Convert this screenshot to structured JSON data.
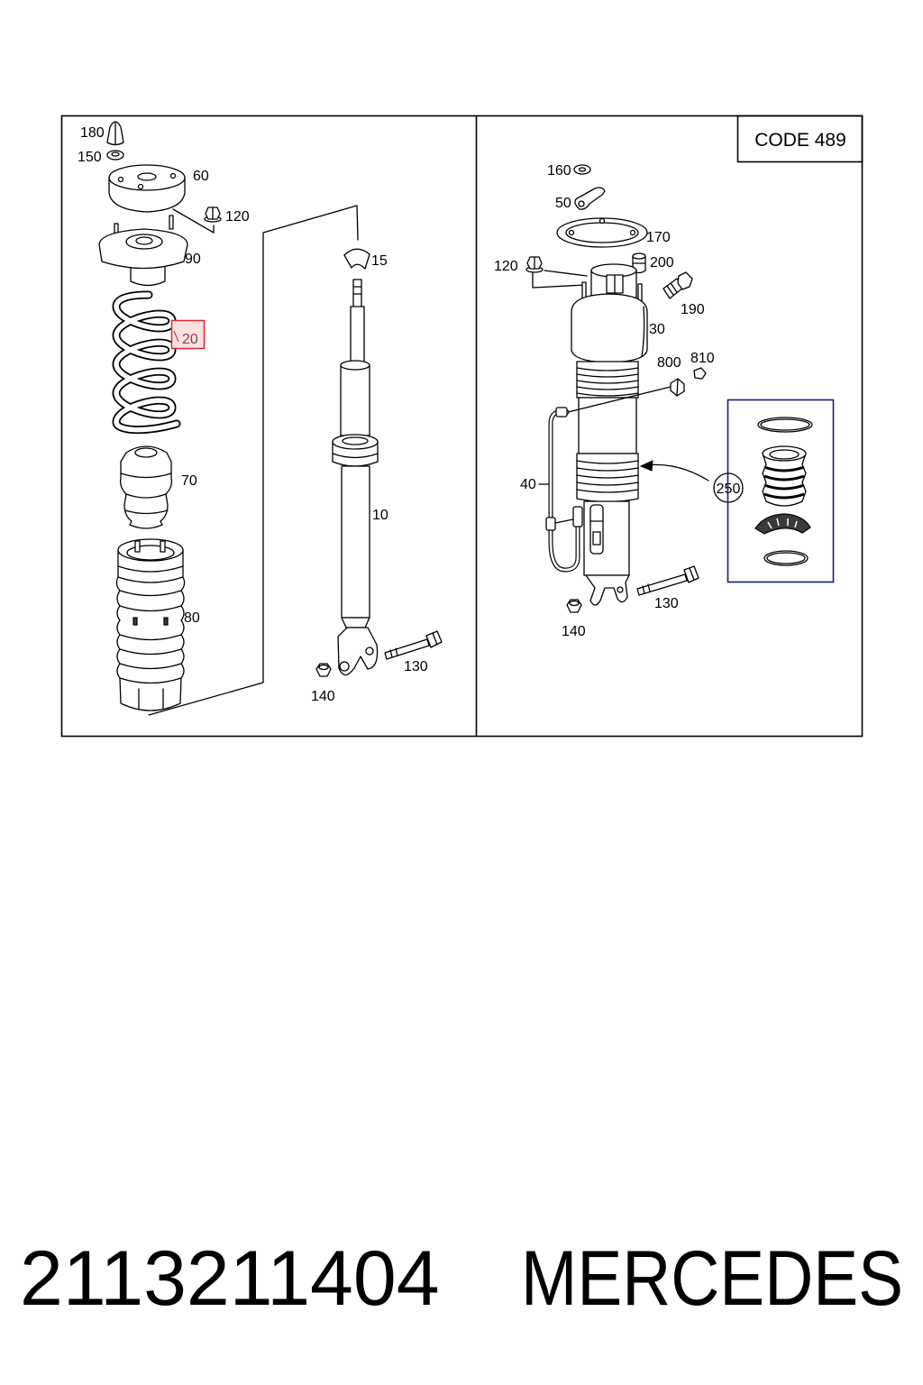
{
  "diagram": {
    "code_label": "CODE 489",
    "left": {
      "p180": "180",
      "p150": "150",
      "p60": "60",
      "p120": "120",
      "p90": "90",
      "p20": "20",
      "p15": "15",
      "p70": "70",
      "p10": "10",
      "p80": "80",
      "p130": "130",
      "p140": "140"
    },
    "right": {
      "p160": "160",
      "p50": "50",
      "p170": "170",
      "p120": "120",
      "p200": "200",
      "p190": "190",
      "p30": "30",
      "p800": "800",
      "p810": "810",
      "p40": "40",
      "p250": "250",
      "p130": "130",
      "p140": "140"
    },
    "colors": {
      "highlight_stroke": "#e0282b",
      "highlight_fill": "#fbe1e1",
      "kit_frame": "#1c1c6b",
      "line": "#000000"
    }
  },
  "footer": {
    "part_number": "2113211404",
    "brand": "MERCEDES"
  }
}
